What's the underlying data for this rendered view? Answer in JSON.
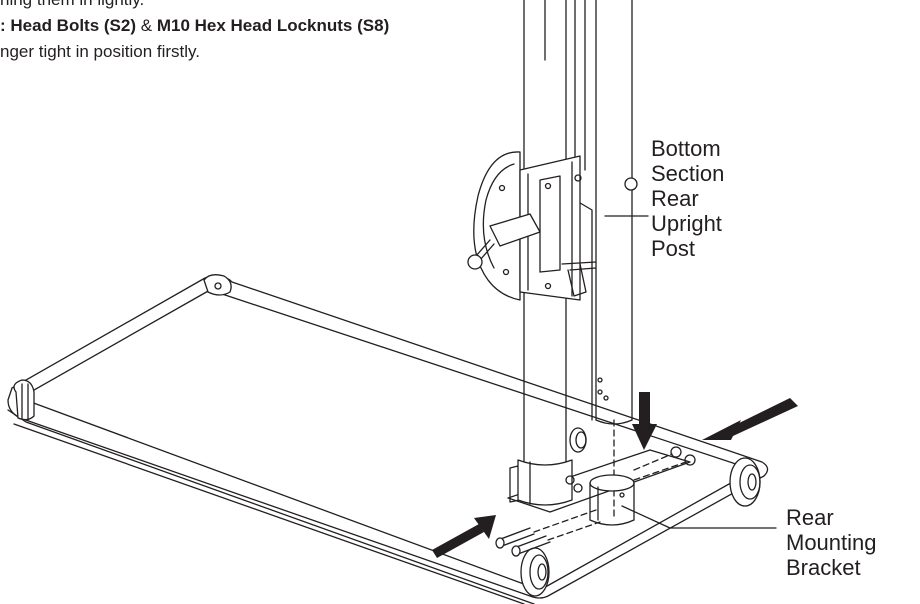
{
  "instructions": {
    "line0": "hing them in lightly.",
    "bolts_label": ": Head Bolts (S2)",
    "connector": " & ",
    "nuts_label": "M10 Hex Head Locknuts (S8)",
    "line2": "nger tight in position firstly."
  },
  "callouts": {
    "upright_post": [
      "Bottom",
      "Section",
      "Rear",
      "Upright",
      "Post"
    ],
    "mounting_bracket": [
      "Rear",
      "Mounting",
      "Bracket"
    ]
  },
  "colors": {
    "ink": "#231f20",
    "paper": "#ffffff"
  }
}
